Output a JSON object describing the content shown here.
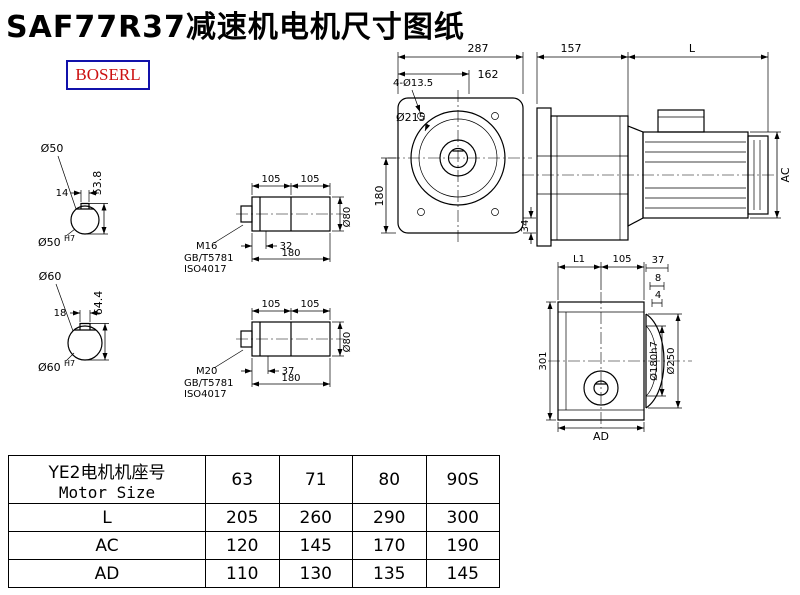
{
  "title": "SAF77R37减速机电机尺寸图纸",
  "logo": "BOSERL",
  "shaft_section_top": {
    "diameter_label": "Ø50",
    "key_width": "14",
    "key_height": "53.8",
    "bore_label": "Ø50",
    "bore_tol": "H7"
  },
  "shaft_section_bottom": {
    "diameter_label": "Ø60",
    "key_width": "18",
    "key_height": "64.4",
    "bore_label": "Ø60",
    "bore_tol": "H7"
  },
  "shaft_end_top": {
    "dim_a": "105",
    "dim_b": "105",
    "bolt": "M16",
    "std_1": "GB/T5781",
    "std_2": "ISO4017",
    "key_len": "32",
    "length": "180",
    "diameter": "Ø80"
  },
  "shaft_end_bottom": {
    "dim_a": "105",
    "dim_b": "105",
    "bolt": "M20",
    "std_1": "GB/T5781",
    "std_2": "ISO4017",
    "key_len": "37",
    "length": "180",
    "diameter": "Ø80"
  },
  "front_view": {
    "width": "287",
    "width_partial": "162",
    "bolt_holes": "4-Ø13.5",
    "flange_dia": "Ø215",
    "height": "180",
    "foot": "34"
  },
  "side_view": {
    "gear_length": "157",
    "motor_length": "L",
    "motor_dia": "AC"
  },
  "output_view": {
    "dim_l1": "L1",
    "dim_b": "105",
    "dim_c": "37",
    "dim_d": "8",
    "dim_e": "4",
    "height": "301",
    "spigot_dia": "Ø180h7",
    "flange_dia": "Ø250",
    "width": "AD"
  },
  "table": {
    "header_cn": "YE2电机机座号",
    "header_en": "Motor Size",
    "columns": [
      "63",
      "71",
      "80",
      "90S"
    ],
    "rows": [
      {
        "label": "L",
        "values": [
          "205",
          "260",
          "290",
          "300"
        ]
      },
      {
        "label": "AC",
        "values": [
          "120",
          "145",
          "170",
          "190"
        ]
      },
      {
        "label": "AD",
        "values": [
          "110",
          "130",
          "135",
          "145"
        ]
      }
    ]
  }
}
